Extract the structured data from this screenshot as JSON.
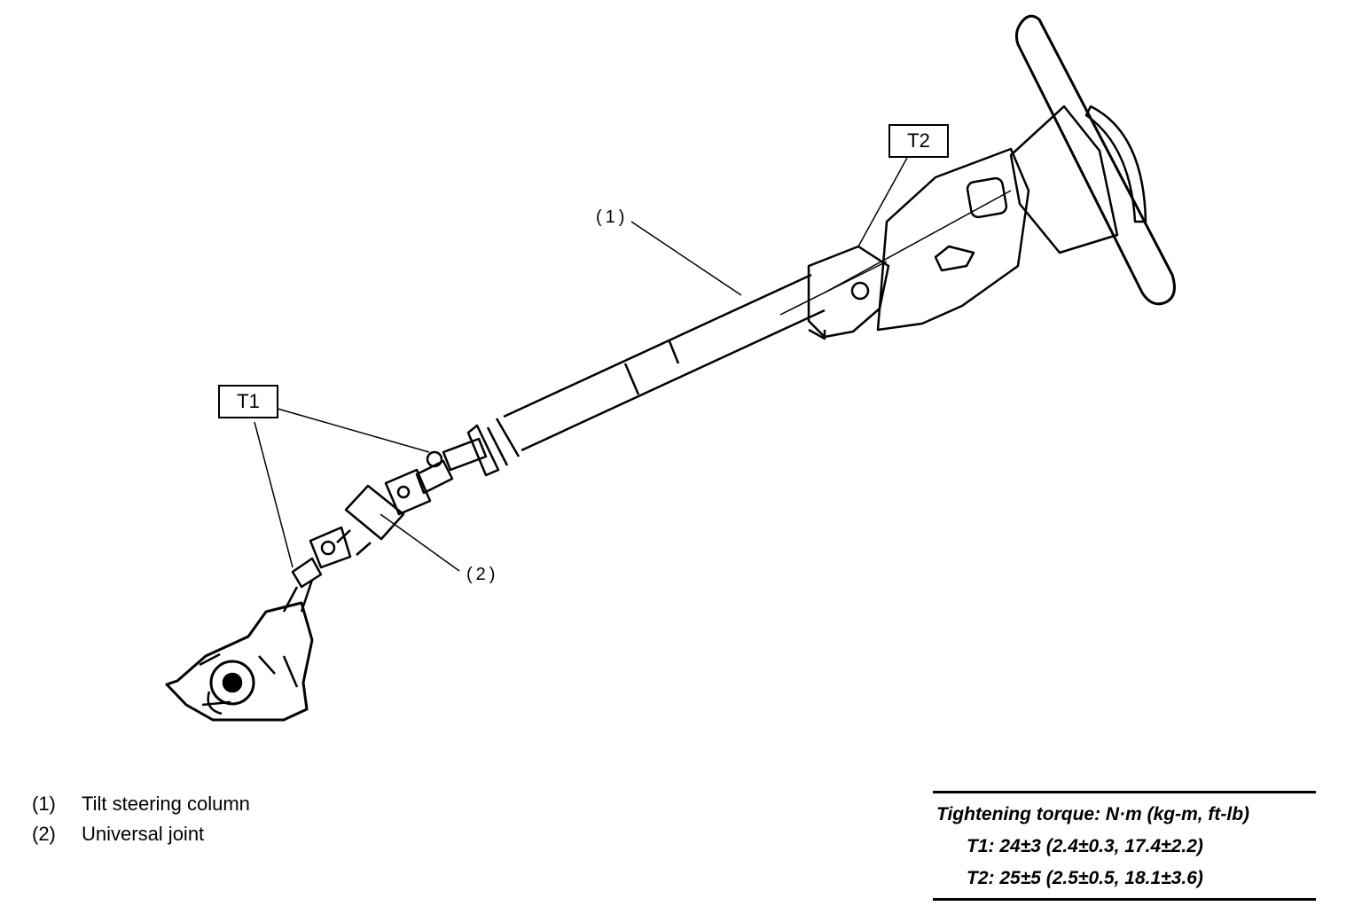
{
  "callouts": {
    "t1": "T1",
    "t2": "T2",
    "part1": "(1)",
    "part2": "(2)"
  },
  "legend": [
    {
      "num": "(1)",
      "text": "Tilt steering column"
    },
    {
      "num": "(2)",
      "text": "Universal joint"
    }
  ],
  "torque": {
    "title": "Tightening torque: N·m (kg-m, ft-lb)",
    "t1": "T1: 24±3 (2.4±0.3, 17.4±2.2)",
    "t2": "T2: 25±5 (2.5±0.5, 18.1±3.6)"
  }
}
